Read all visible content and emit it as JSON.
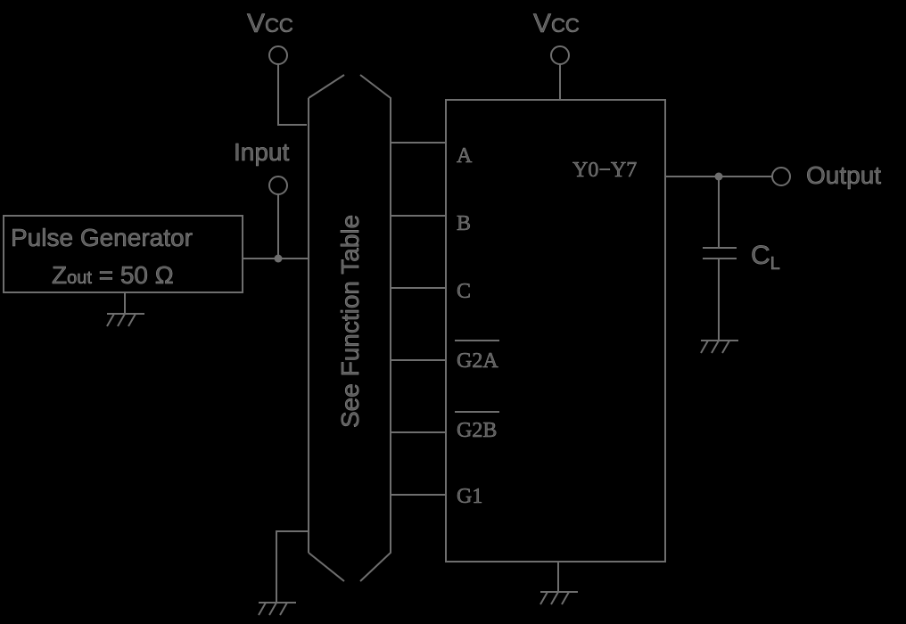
{
  "vcc_left": {
    "main": "V",
    "sub": "CC"
  },
  "vcc_right": {
    "main": "V",
    "sub": "CC"
  },
  "input_label": "Input",
  "pulse_generator": {
    "title": "Pulse Generator",
    "z_main": "Z",
    "z_sub": "out",
    "z_value": " = 50 Ω"
  },
  "function_table_label": "See Function Table",
  "pins": {
    "a": "A",
    "b": "B",
    "c": "C",
    "g2a": "G2A",
    "g2b": "G2B",
    "g1": "G1"
  },
  "output_pins": "Y0−Y7",
  "output_label": "Output",
  "load_cap": {
    "main": "C",
    "sub": "L"
  },
  "colors": {
    "background": "#000000",
    "line": "#6e6e6e",
    "text": "#5a5a5a"
  }
}
